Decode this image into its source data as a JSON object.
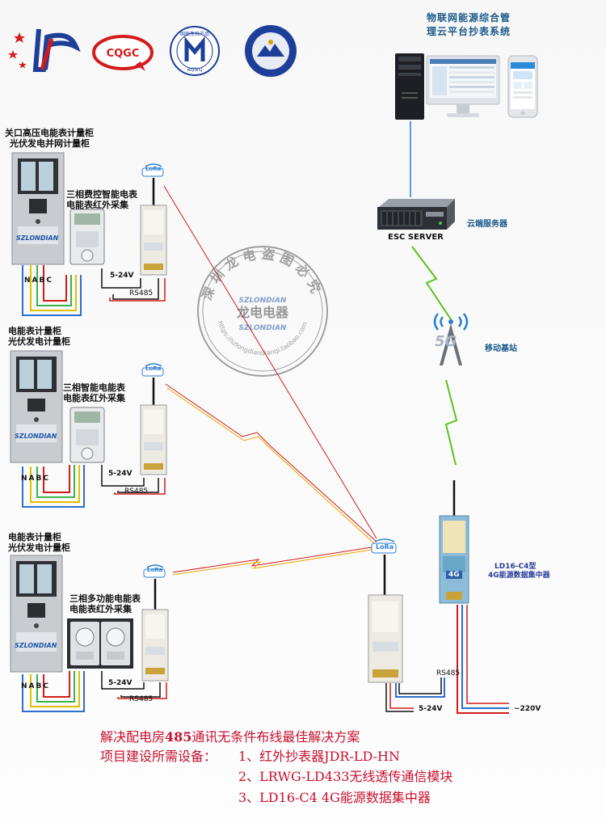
{
  "logos": {
    "cqgc": "CQGC",
    "nat_top": "国家免检产品",
    "nat_bottom": "AQSIQ"
  },
  "system": {
    "title_line1": "物联网能源综合管",
    "title_line2": "理云平台抄表系统",
    "server_name": "ESC SERVER",
    "cloud_server": "云端服务器",
    "base_station": "移动基站",
    "base_station_badge": "5G"
  },
  "cabinets": [
    {
      "title_line1": "关口高压电能表计量柜",
      "title_line2": "光伏发电并网计量柜",
      "meter_line1": "三相费控智能电表",
      "meter_line2": "电能表红外采集",
      "brand": "SZLONDIAN",
      "phases": [
        "N",
        "A",
        "B",
        "C"
      ],
      "voltage": "5-24V",
      "bus": "RS485",
      "lora": "LoRa"
    },
    {
      "title_line1": "电能表计量柜",
      "title_line2": "光伏发电计量柜",
      "meter_line1": "三相智能电能表",
      "meter_line2": "电能表红外采集",
      "brand": "SZLONDIAN",
      "phases": [
        "N",
        "A",
        "B",
        "C"
      ],
      "voltage": "5-24V",
      "bus": "RS485",
      "lora": "LoRa"
    },
    {
      "title_line1": "电能表计量柜",
      "title_line2": "光伏发电计量柜",
      "meter_line1": "三相多功能电能表",
      "meter_line2": "电能表红外采集",
      "brand": "SZLONDIAN",
      "phases": [
        "N",
        "A",
        "B",
        "C"
      ],
      "voltage": "5-24V",
      "bus": "RS485",
      "lora": "LoRa"
    }
  ],
  "concentrator": {
    "label_line1": "LD16-C4型",
    "label_line2": "4G能源数据集中器",
    "badge": "4G",
    "bus": "RS485",
    "voltage": "~220V"
  },
  "gateway": {
    "lora": "LoRa",
    "voltage": "5-24V"
  },
  "watermark": {
    "arc_text": "深圳龙电盗图必究",
    "brand_top": "SZLONDIAN",
    "center": "龙电电器",
    "brand_bottom": "SZLONDIAN",
    "url": "https://szlongdiandianqi.taobao.com"
  },
  "footer": {
    "line1_pre": "解决配电房",
    "line1_bold": "485",
    "line1_post": "通讯无条件布线最佳解决方案",
    "line2_prefix": "项目建设所需设备：",
    "items": [
      "1、红外抄表器JDR-LD-HN",
      "2、LRWG-LD433无线透传通信模块",
      "3、LD16-C4  4G能源数据集中器"
    ]
  }
}
